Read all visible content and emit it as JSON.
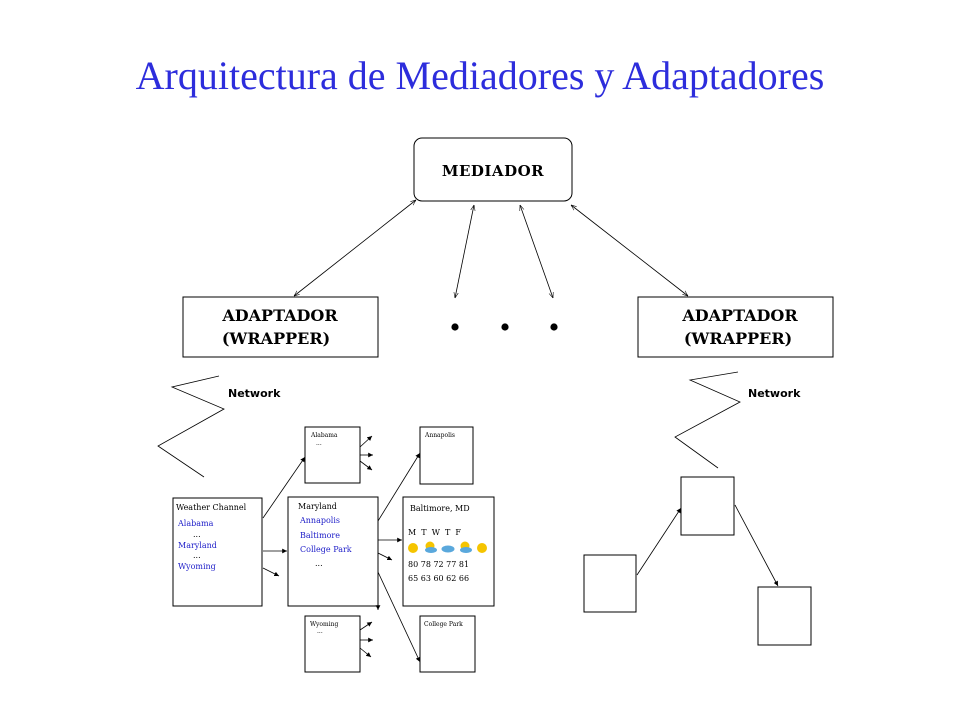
{
  "title": "Arquitectura de Mediadores y Adaptadores",
  "mediator": "MEDIADOR",
  "wrapper_left": {
    "line1": "ADAPTADOR",
    "line2": "(WRAPPER)"
  },
  "wrapper_right": {
    "line1": "ADAPTADOR",
    "line2": "(WRAPPER)"
  },
  "network_left": "Network",
  "network_right": "Network",
  "weather_channel": {
    "title": "Weather Channel",
    "items": [
      "Alabama",
      "...",
      "Maryland",
      "...",
      "Wyoming"
    ]
  },
  "maryland": {
    "title": "Maryland",
    "items": [
      "Annapolis",
      "Baltimore",
      "College Park",
      "..."
    ]
  },
  "alabama": {
    "title": "Alabama",
    "more": "..."
  },
  "wyoming": {
    "title": "Wyoming",
    "more": "..."
  },
  "annapolis": {
    "title": "Annapolis"
  },
  "college_park": {
    "title": "College Park"
  },
  "baltimore": {
    "title": "Baltimore, MD",
    "days": "M  T  W  T  F",
    "highs": "80 78 72 77 81",
    "lows": "65 63 60 62 66"
  },
  "colors": {
    "title": "#2d2ddc",
    "link": "#1c1cc8",
    "sun": "#f5c400",
    "cloud": "#5aa8dc"
  }
}
